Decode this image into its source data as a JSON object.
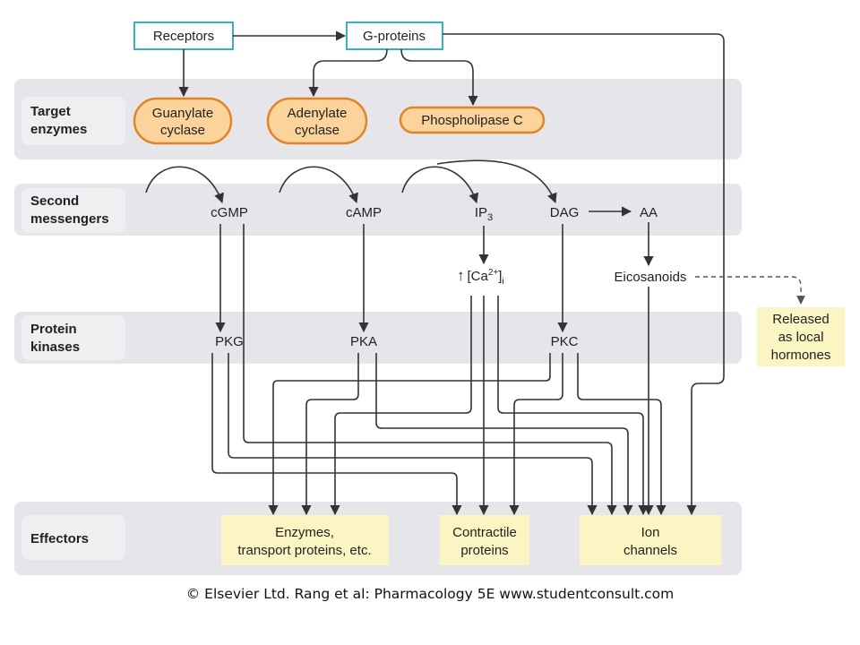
{
  "top": {
    "receptors": "Receptors",
    "g_proteins": "G-proteins"
  },
  "bands": {
    "target_enzymes": [
      "Target",
      "enzymes"
    ],
    "second_messengers": [
      "Second",
      "messengers"
    ],
    "protein_kinases": [
      "Protein",
      "kinases"
    ],
    "effectors": "Effectors"
  },
  "enzymes": {
    "guanylate_cyclase": [
      "Guanylate",
      "cyclase"
    ],
    "adenylate_cyclase": [
      "Adenylate",
      "cyclase"
    ],
    "phospholipase_c": "Phospholipase C"
  },
  "messengers": {
    "cgmp": "cGMP",
    "camp": "cAMP",
    "ip3_base": "IP",
    "ip3_sub": "3",
    "dag": "DAG",
    "aa": "AA",
    "ca_arrow": "↑",
    "ca_base": "[Ca",
    "ca_sup": "2+",
    "ca_close": "]",
    "ca_sub": "i",
    "eicosanoids": "Eicosanoids"
  },
  "released": [
    "Released",
    "as local",
    "hormones"
  ],
  "kinases": {
    "pkg": "PKG",
    "pka": "PKA",
    "pkc": "PKC"
  },
  "effectors": {
    "enzymes": [
      "Enzymes,",
      "transport proteins, etc."
    ],
    "contractile": [
      "Contractile",
      "proteins"
    ],
    "ion_channels": [
      "Ion",
      "channels"
    ]
  },
  "footer": "© Elsevier Ltd. Rang et al: Pharmacology 5E www.studentconsult.com",
  "colors": {
    "band": "#e6e6ea",
    "enzyme_fill": "#fbd39b",
    "enzyme_stroke": "#e0832a",
    "top_box_stroke": "#3aaec2",
    "effector_fill": "#fbf5c4"
  }
}
